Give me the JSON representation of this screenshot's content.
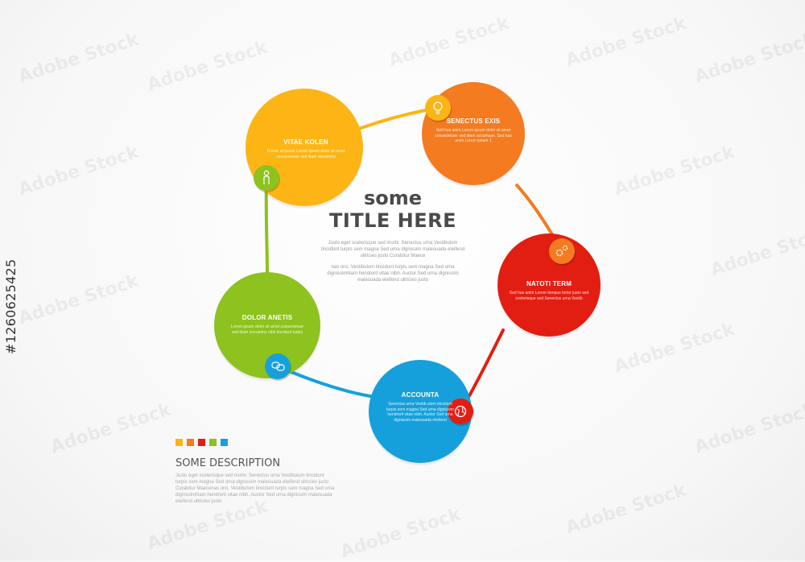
{
  "title": {
    "line1": "some",
    "line2": "TITLE HERE"
  },
  "center_text": {
    "para1": "Justo eget scelerisque sed morbi. Senectus urna Vestibulum tincidunt turpis sem magna Sed urna dignissim malesuada eleifend ultricies justo Curabitur Maece",
    "para2": "nas orci. Vestibulum tincidunt turpis sem magna Sed urna dignissimNam hendrerit vitae nibh. Auctor Sed urna dignissim malesuada eleifend ultricies justo"
  },
  "nodes": [
    {
      "id": "vitae",
      "title": "VITAE KOLEN",
      "text": "Donec ut ipsum Lorem ipsum dolor sit amet consectetuer sed diam nonummy",
      "color": "#FDB515",
      "icon": "person-icon",
      "icon_color": "#8DC21F"
    },
    {
      "id": "senectus",
      "title": "SENECTUS EXIS",
      "text": "Sed has anim Lorem ipsum dolor sit amet consectetuer sed diam accumsan. Sed has anim Lorem ipsum 1",
      "color": "#F47B20",
      "icon": "lightbulb-icon",
      "icon_color": "#FDB515"
    },
    {
      "id": "natoti",
      "title": "NATOTI TERM",
      "text": "Sed has anim Lorem tempus tortor justo sed scelerisque sed Senectus urna Vestib",
      "color": "#E21E13",
      "icon": "gears-icon",
      "icon_color": "#F47B20"
    },
    {
      "id": "accounta",
      "title": "ACCOUNTA",
      "text": "Senectus urna Vestib ulum tincidunt turpis sem magna Sed urna dignissim hendrerit vitae nibh. Auctor Sed urna dignissim malesuada eleifend",
      "color": "#16A0DB",
      "icon": "globe-icon",
      "icon_color": "#E21E13"
    },
    {
      "id": "dolor",
      "title": "DOLOR ANETIS",
      "text": "Lorem ipsum dolor sit amet consectetuer sed diam nonummy nibh tincidunt turpis",
      "color": "#8DC21F",
      "icon": "chat-icon",
      "icon_color": "#16A0DB"
    }
  ],
  "legend_colors": [
    "#FDB515",
    "#F47B20",
    "#E21E13",
    "#8DC21F",
    "#16A0DB"
  ],
  "description": {
    "title": "SOME DESCRIPTION",
    "body": "Justo eget scelerisque sed morbi. Senectus urna Vestibulum tincidunt turpis sem magna Sed urna dignissim malesuada eleifend ultricies justo Curabitur Maecenas orci. Vestibulum tincidunt turpis sem magna Sed urna dignissimNam hendrerit vitae nibh. Auctor Sed urna dignissim malesuada eleifend ultricies justo"
  },
  "watermark": {
    "text": "Adobe Stock",
    "side_id": "#1260625425"
  }
}
